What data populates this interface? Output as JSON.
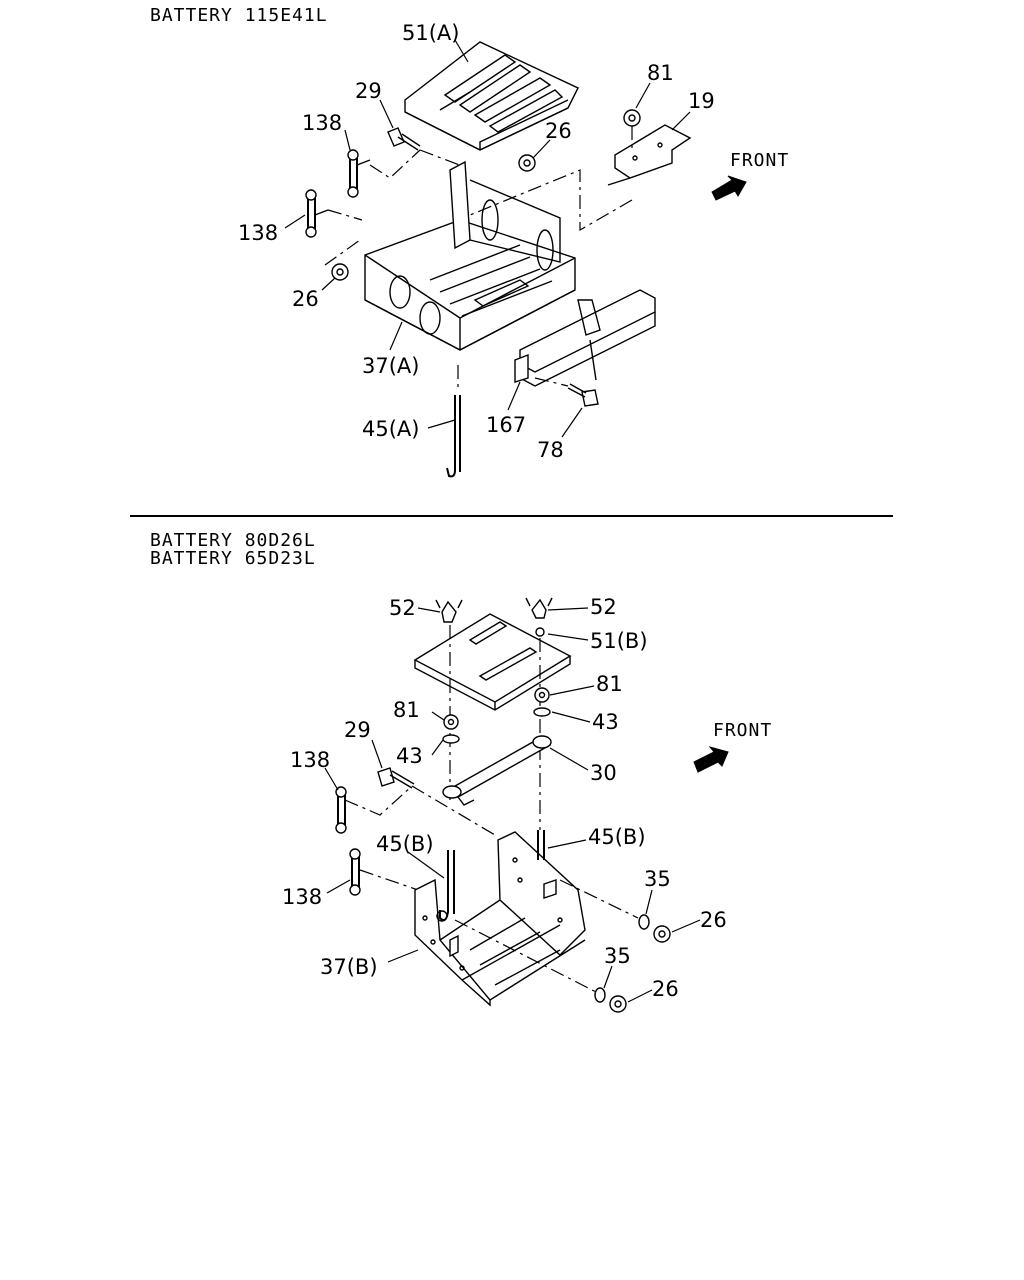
{
  "section_a": {
    "header": "BATTERY 115E41L",
    "front_label": "FRONT",
    "callouts": {
      "c51a": "51(A)",
      "c29": "29",
      "c81": "81",
      "c19": "19",
      "c138_top": "138",
      "c26_top": "26",
      "c138_mid": "138",
      "c26_left": "26",
      "c37a": "37(A)",
      "c45a": "45(A)",
      "c167": "167",
      "c78": "78"
    }
  },
  "section_b": {
    "header_line1": "BATTERY 80D26L",
    "header_line2": "BATTERY 65D23L",
    "front_label": "FRONT",
    "callouts": {
      "c52_left": "52",
      "c52_right": "52",
      "c51b": "51(B)",
      "c81_right": "81",
      "c81_left": "81",
      "c43_right": "43",
      "c29": "29",
      "c43_left": "43",
      "c30": "30",
      "c138_top": "138",
      "c45b_right": "45(B)",
      "c45b_left": "45(B)",
      "c35_right": "35",
      "c26_right": "26",
      "c138_bottom": "138",
      "c37b": "37(B)",
      "c35_bottom": "35",
      "c26_bottom": "26"
    }
  }
}
